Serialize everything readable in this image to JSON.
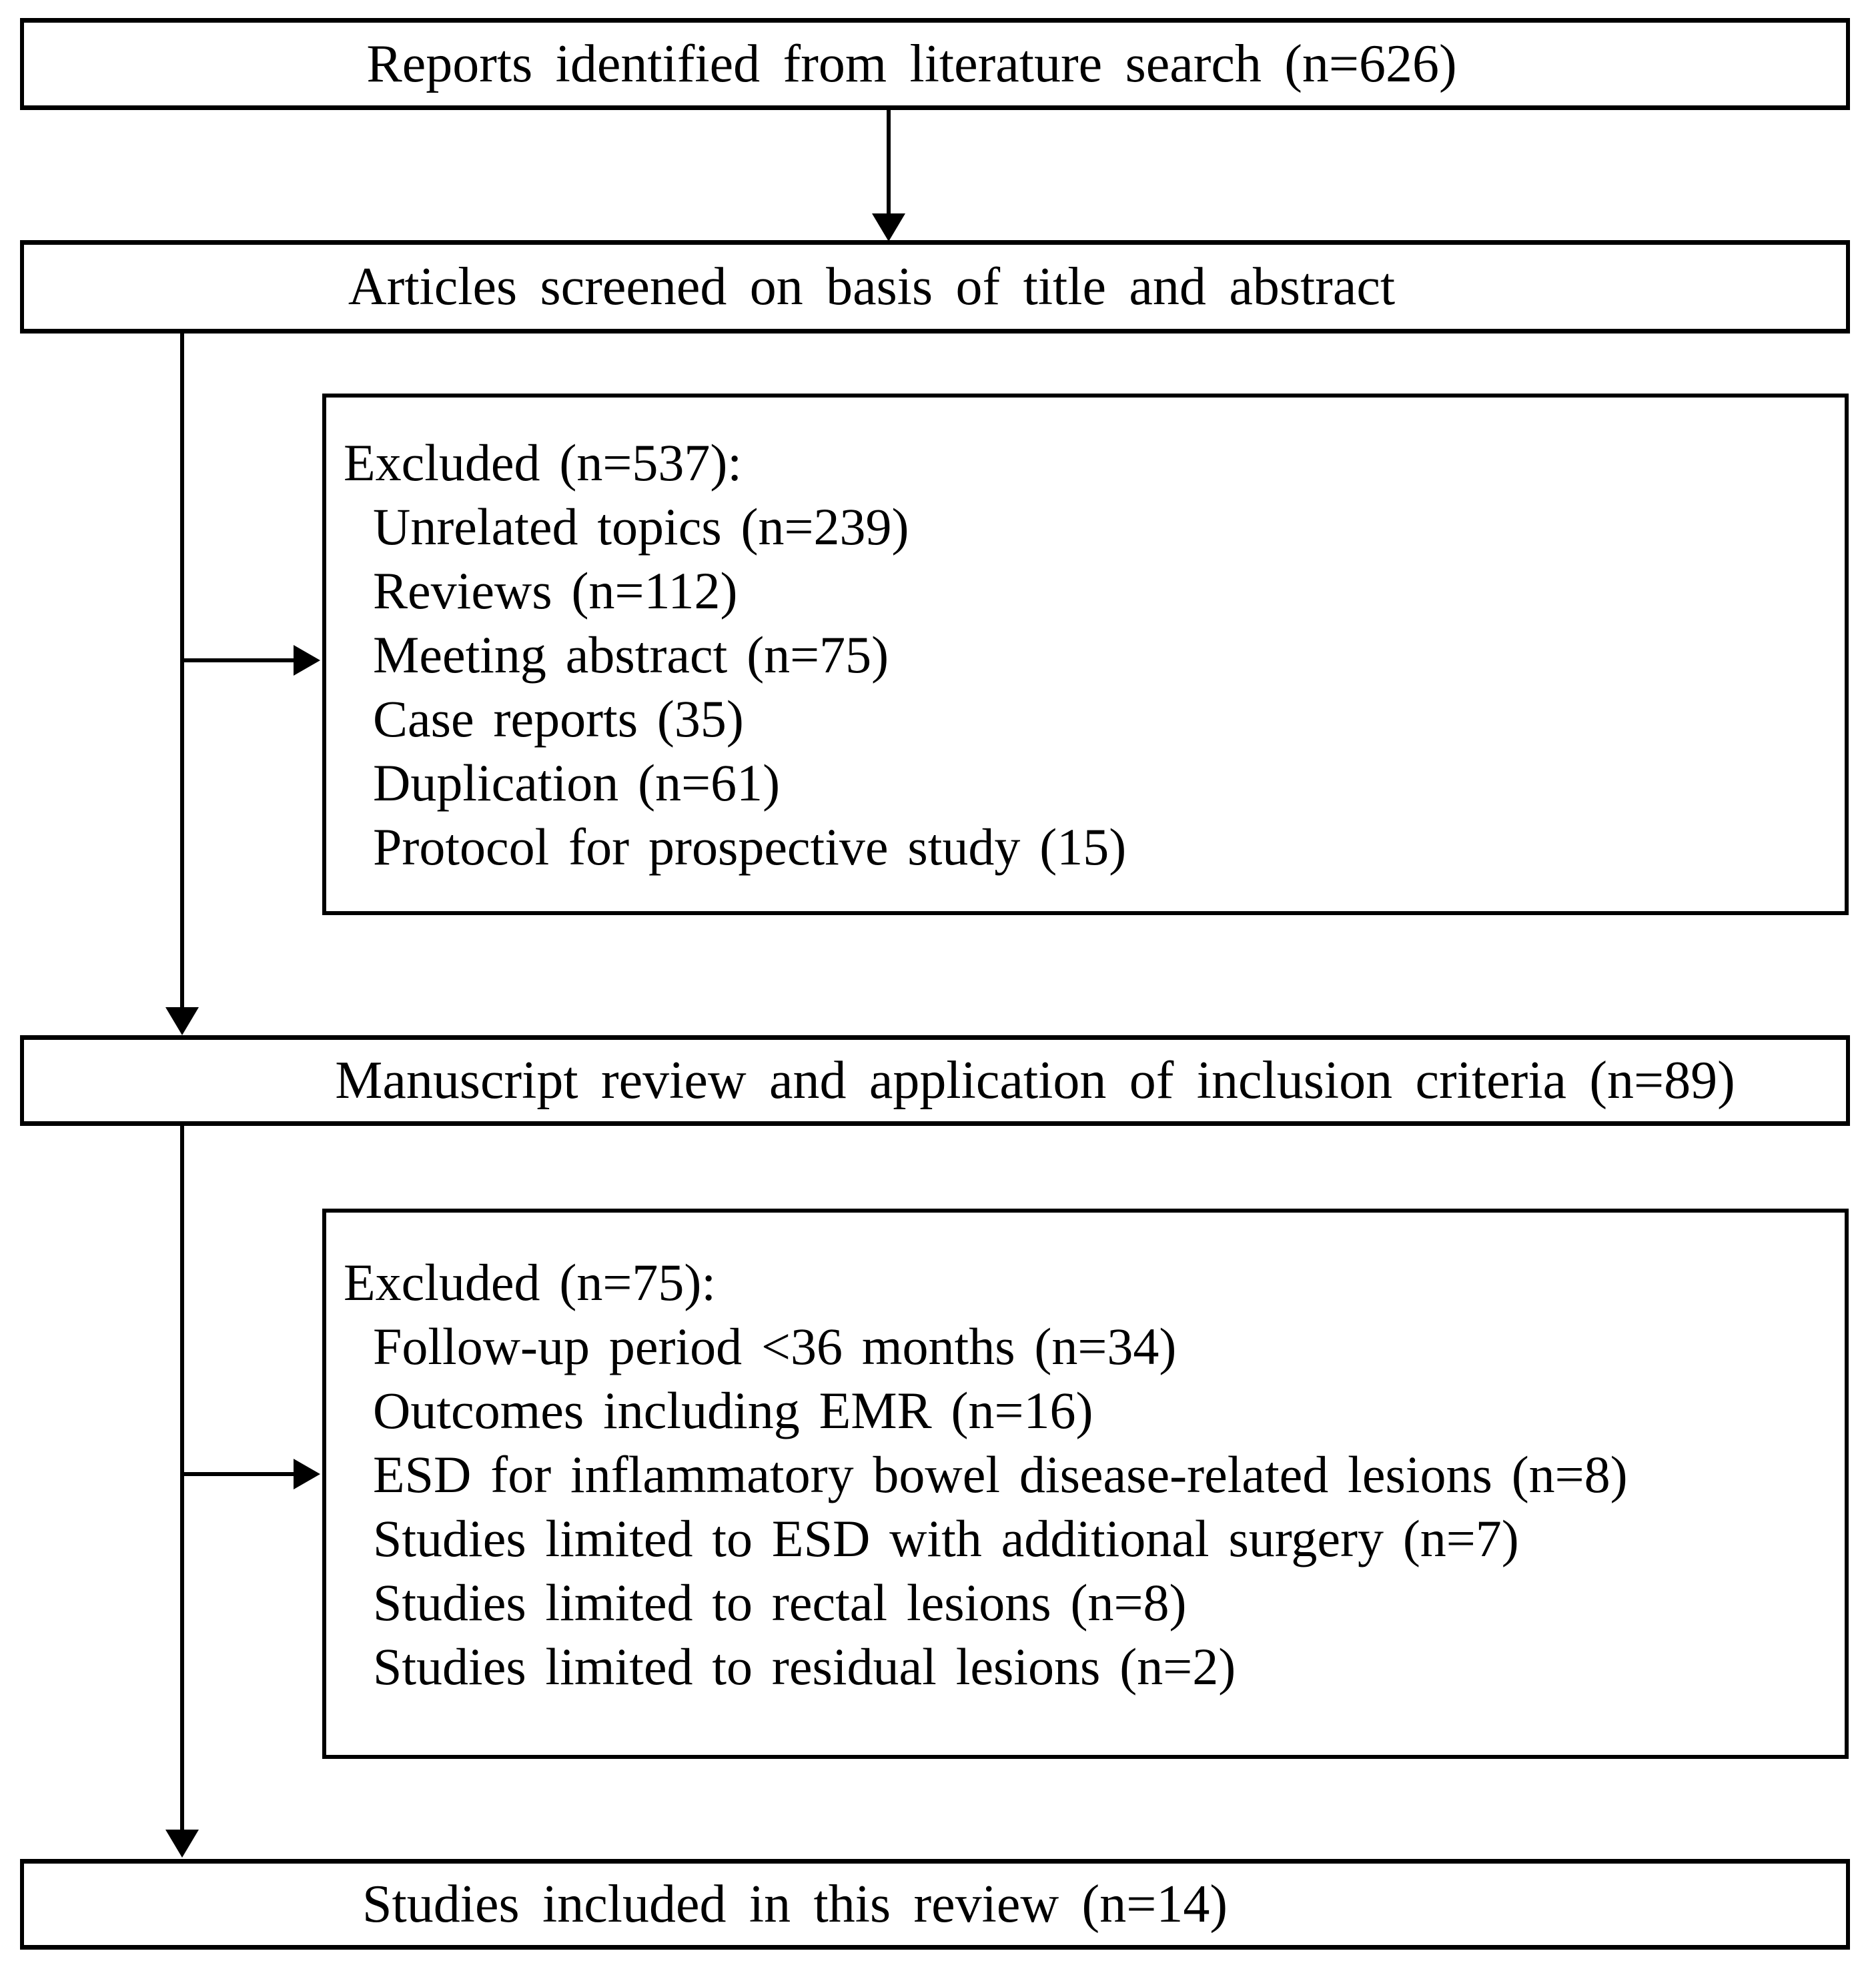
{
  "flowchart": {
    "type": "literature-screening-flow-diagram",
    "colors": {
      "background": "#ffffff",
      "line": "#000000",
      "text": "#000000"
    },
    "boxes": {
      "identified": {
        "label": "Reports identified from literature search (n=626)"
      },
      "screened": {
        "label": "Articles screened on basis of title and abstract"
      },
      "excluded1": {
        "title": "Excluded (n=537):",
        "items": [
          "Unrelated topics (n=239)",
          "Reviews (n=112)",
          "Meeting abstract (n=75)",
          "Case reports (35)",
          "Duplication (n=61)",
          "Protocol for prospective study (15)"
        ]
      },
      "review": {
        "label": "Manuscript review and application of inclusion criteria (n=89)"
      },
      "excluded2": {
        "title": "Excluded (n=75):",
        "items": [
          "Follow-up period <36 months (n=34)",
          "Outcomes including EMR (n=16)",
          "ESD for inflammatory bowel disease-related lesions (n=8)",
          "Studies limited to ESD with additional surgery (n=7)",
          "Studies limited to rectal lesions (n=8)",
          "Studies limited to residual lesions (n=2)"
        ]
      },
      "included": {
        "label": "Studies included in this review (n=14)"
      }
    }
  }
}
